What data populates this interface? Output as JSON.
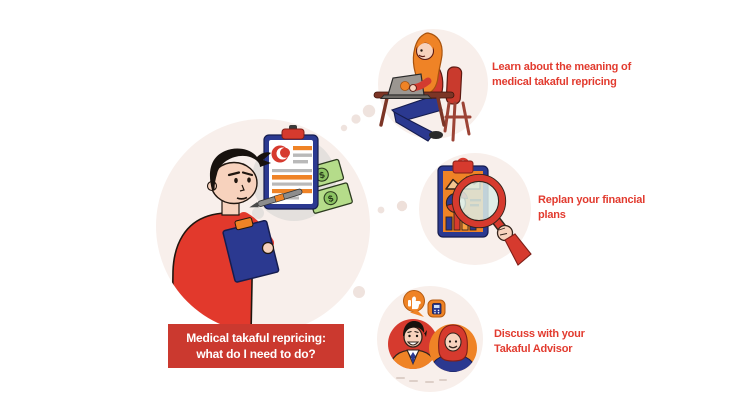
{
  "title_banner": {
    "text": "Medical takaful repricing:\nwhat do I need to do?",
    "bg_color": "#cb392f",
    "text_color": "#ffffff"
  },
  "thought_steps": [
    {
      "name": "learn",
      "label": "Learn about the meaning of\nmedical takaful repricing"
    },
    {
      "name": "replan",
      "label": "Replan your financial\nplans"
    },
    {
      "name": "discuss",
      "label": "Discuss with your\nTakaful Advisor"
    }
  ],
  "illustrations": {
    "main": "man-reviewing-clipboard-thinking-about-policy-and-money",
    "learn": "woman-in-hijab-working-on-laptop-at-desk",
    "replan": "financial-report-clipboard-under-magnifying-glass",
    "discuss": "advisor-and-client-avatars-with-chat-bubbles"
  },
  "icons": {
    "money_symbol": "$",
    "thought_bubble": "grey-thought-circle",
    "policy_document": "clipboard-with-crescent-badge",
    "pen": "pen",
    "money": "banknotes",
    "magnifier": "magnifying-glass",
    "thumbs_up": "thumbs-up-speech-bubble",
    "calculator": "calculator-speech-bubble"
  },
  "colors": {
    "accent_red_text": "#e23b2f",
    "banner_red": "#cb392f",
    "illustration_red": "#d63a2e",
    "orange": "#ef8326",
    "blue": "#2b3990",
    "circle_background": "#f8efeb",
    "bubble_grey": "#e4e0dd",
    "money_green": "#b5dc8a",
    "skin": "#f7d2bd"
  }
}
